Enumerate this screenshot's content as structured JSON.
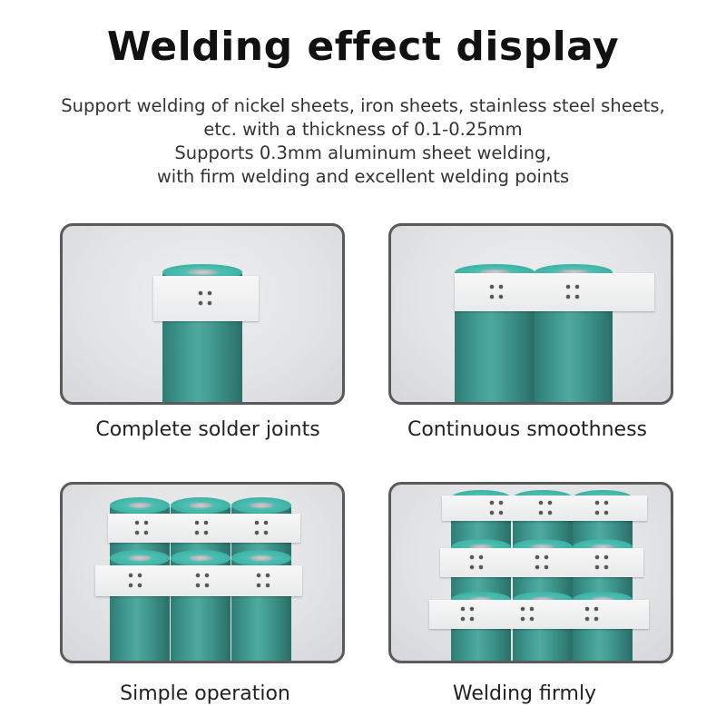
{
  "title": "Welding effect display",
  "description": [
    "Support welding of nickel sheets, iron sheets, stainless steel sheets,",
    "etc. with a thickness of 0.1-0.25mm",
    "Supports 0.3mm aluminum sheet welding,",
    "with firm welding and excellent welding points"
  ],
  "panels": [
    {
      "caption": "Complete solder joints"
    },
    {
      "caption": "Continuous smoothness"
    },
    {
      "caption": "Simple operation"
    },
    {
      "caption": "Welding firmly"
    }
  ],
  "colors": {
    "battery": "#3f9b91",
    "frame": "#5a5a5a",
    "strip": "#f2f2f2"
  }
}
